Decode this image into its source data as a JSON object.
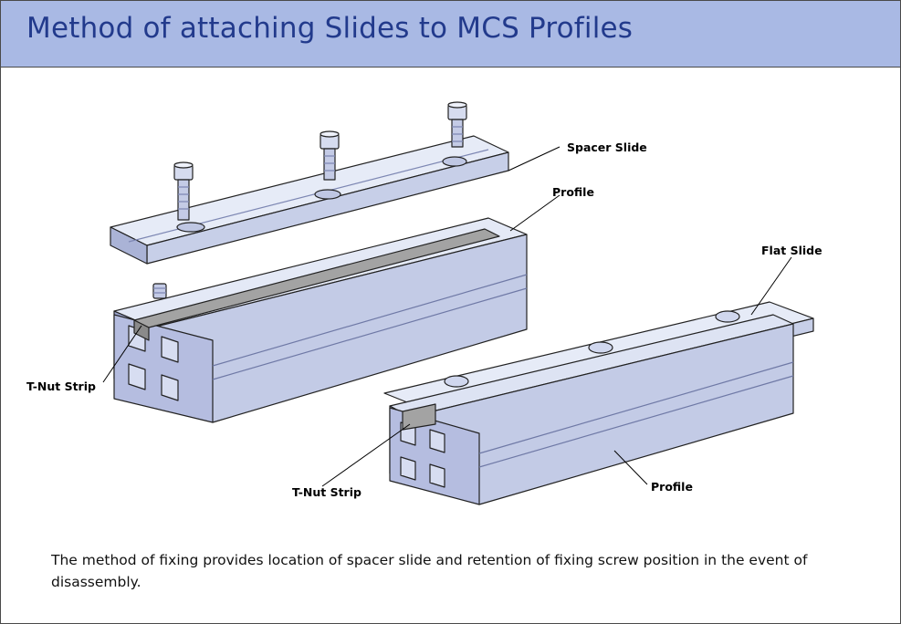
{
  "page": {
    "title": "Method of attaching Slides to MCS Profiles",
    "caption": "The method of fixing provides location of spacer slide and retention of fixing screw position in the event of disassembly."
  },
  "labels": {
    "spacer_slide": "Spacer Slide",
    "profile_top": "Profile",
    "flat_slide": "Flat Slide",
    "t_nut_strip_left": "T-Nut Strip",
    "t_nut_strip_right": "T-Nut Strip",
    "profile_bottom": "Profile"
  },
  "colors": {
    "header_bg": "#a9b9e4",
    "title_text": "#223a8c",
    "metal_light": "#e4e9f6",
    "metal_mid": "#c3cbe6",
    "metal_dark": "#8f99c2",
    "t_nut": "#9a9a9a"
  }
}
